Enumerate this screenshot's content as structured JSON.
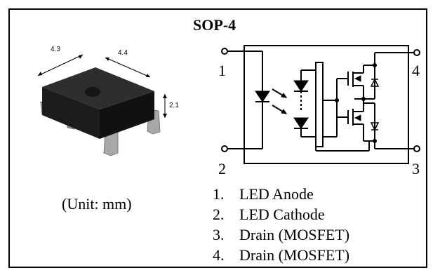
{
  "package_title": "SOP-4",
  "unit_note": "(Unit: mm)",
  "dimensions": {
    "width": "4.3",
    "depth": "4.4",
    "height": "2.1"
  },
  "pin_labels": {
    "p1": "1",
    "p2": "2",
    "p3": "3",
    "p4": "4"
  },
  "pins": [
    {
      "num": "1.",
      "name": "LED Anode"
    },
    {
      "num": "2.",
      "name": "LED Cathode"
    },
    {
      "num": "3.",
      "name": "Drain (MOSFET)"
    },
    {
      "num": "4.",
      "name": "Drain (MOSFET)"
    }
  ],
  "icons": {
    "package_photo": "sop4-package-icon",
    "circuit": "photorelay-schematic-icon"
  }
}
